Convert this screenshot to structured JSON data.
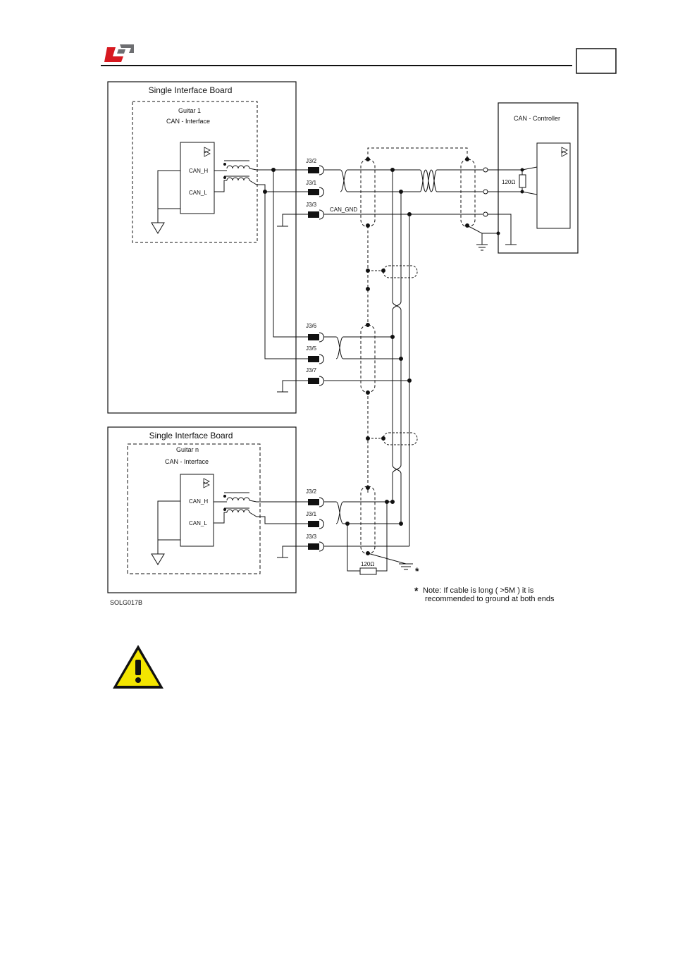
{
  "colors": {
    "logo_red": "#d71920",
    "logo_gray": "#6d6e71",
    "warning_yellow": "#f3e500",
    "line": "#111111"
  },
  "header": {
    "page_number": ""
  },
  "board1": {
    "title": "Single Interface Board",
    "guitar_label": "Guitar 1",
    "interface_label": "CAN -  Interface",
    "can_h": "CAN_H",
    "can_l": "CAN_L",
    "pins": [
      "J3/2",
      "J3/1",
      "J3/3",
      "J3/6",
      "J3/5",
      "J3/7"
    ],
    "can_gnd": "CAN_GND"
  },
  "board2": {
    "title": "Single Interface Board",
    "guitar_label": "Guitar n",
    "interface_label": "CAN -  Interface",
    "can_h": "CAN_H",
    "can_l": "CAN_L",
    "pins": [
      "J3/2",
      "J3/1",
      "J3/3"
    ],
    "resistor": "120Ω"
  },
  "controller": {
    "title": "CAN -  Controller",
    "resistor": "120Ω"
  },
  "note": {
    "asterisk": "*",
    "line1": "Note: If cable is long ( >5M ) it is",
    "line2": "recommended to ground at both ends"
  },
  "figure_id": "SOLG017B",
  "icons": {
    "logo": "company-logo-icon",
    "warning": "warning-triangle-icon"
  }
}
